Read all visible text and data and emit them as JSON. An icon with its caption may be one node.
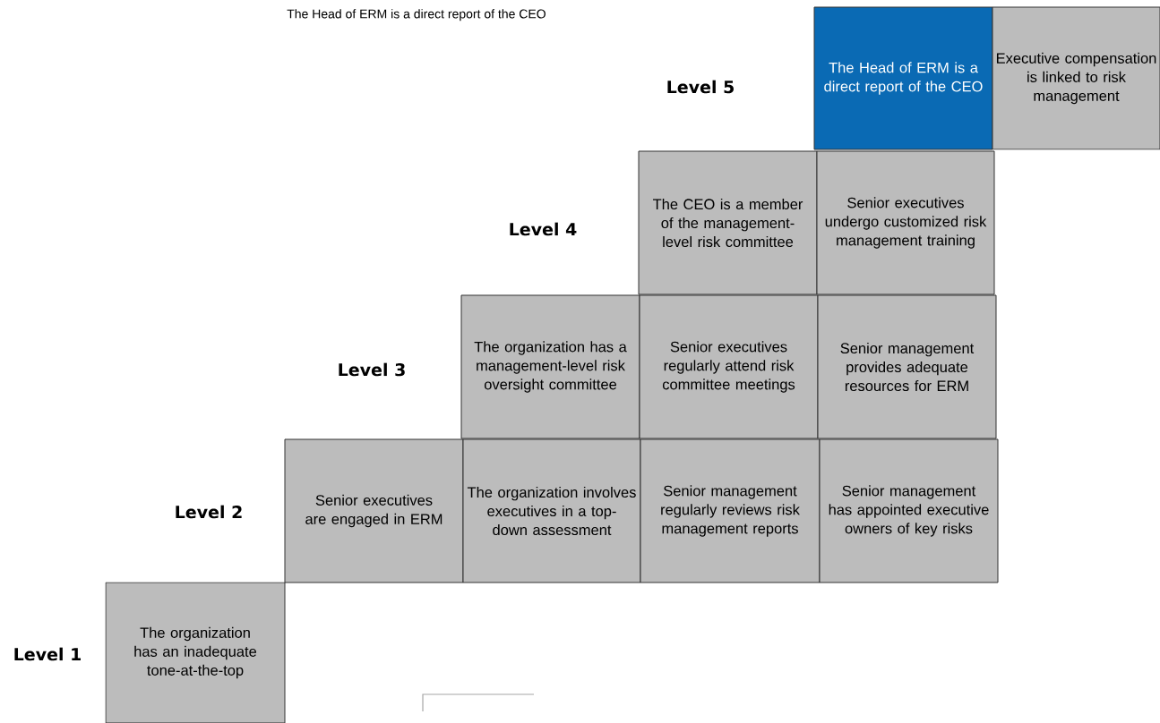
{
  "diagram": {
    "nodes": [
      {
        "text": [
          "The Head of ERM is a direct report of the CEO"
        ]
      },
      {
        "text": [
          "Executive compensation is linked to risk management"
        ]
      },
      {
        "text": [
          "The CEO is a member of the management-level risk committee"
        ]
      },
      {
        "text": [
          "Senior executives undergo customized risk management training"
        ]
      },
      {
        "text": [
          "The organization has a management-level risk oversight committee"
        ]
      },
      {
        "text": [
          "Senior executives regularly attend risk committee meetings"
        ]
      },
      {
        "text": [
          "Senior management provides adequate resources for ERM"
        ]
      },
      {
        "text": [
          "Senior executives are engaged in ERM"
        ]
      },
      {
        "text": [
          "The organization involves executives in a top-down assessment"
        ]
      },
      {
        "text": [
          "Senior management regularly reviews risk management reports"
        ]
      },
      {
        "text": [
          "Senior management has appointed executive owners of key risks"
        ]
      },
      {
        "text": [
          "The organization has an inadequate tone-at-the-top"
        ]
      }
    ],
    "labels": [
      "The Head of ERM is a direct report of the CEO",
      "Level 5",
      "Level 4",
      "Level 3",
      "Level 2",
      "Level 1"
    ]
  }
}
